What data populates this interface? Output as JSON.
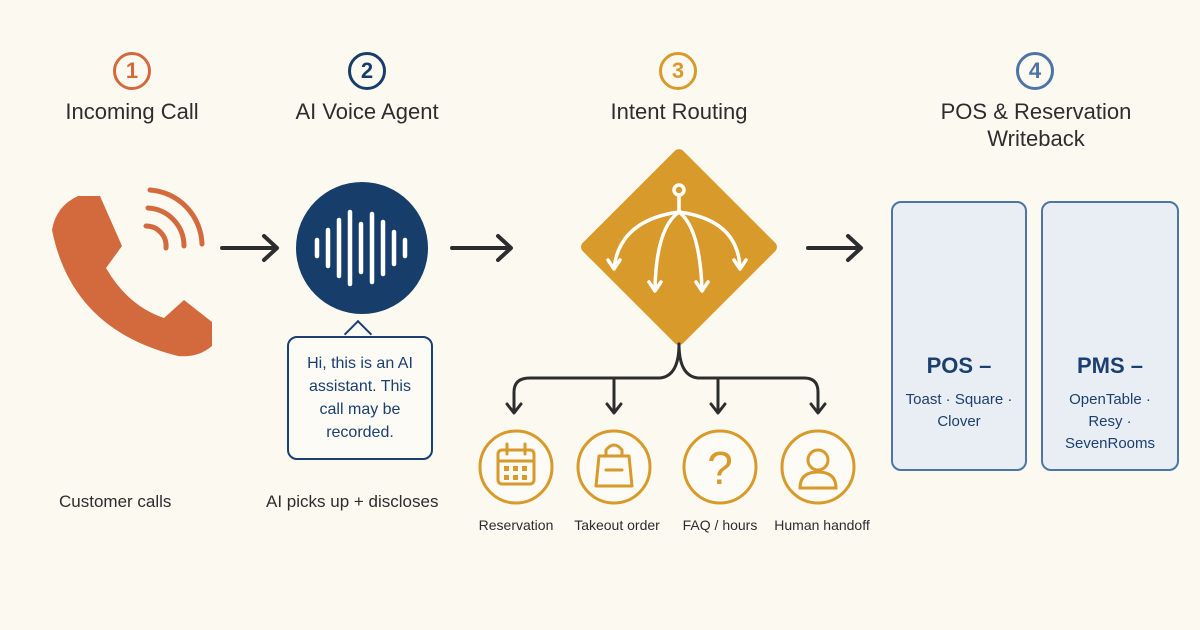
{
  "steps": [
    {
      "number": "1",
      "title": "Incoming Call",
      "caption": "Customer calls",
      "color": "#d36a3e"
    },
    {
      "number": "2",
      "title": "AI Voice Agent",
      "caption": "AI picks up + discloses",
      "color": "#173d6b"
    },
    {
      "number": "3",
      "title": "Intent Routing",
      "caption": "",
      "color": "#d89a2b"
    },
    {
      "number": "4",
      "title": "POS & Reservation Writeback",
      "caption": "",
      "color": "#4d74a6"
    }
  ],
  "disclosure_bubble": "Hi, this is an AI assistant. This call may be recorded.",
  "intents": [
    {
      "label": "Reservation",
      "icon": "calendar-icon"
    },
    {
      "label": "Takeout order",
      "icon": "shopping-bag-icon"
    },
    {
      "label": "FAQ / hours",
      "icon": "question-mark-icon"
    },
    {
      "label": "Human handoff",
      "icon": "person-icon"
    }
  ],
  "systems": [
    {
      "title": "POS –",
      "subtitle": "Toast · Square · Clover",
      "icon": "cash-register-icon"
    },
    {
      "title": "PMS –",
      "subtitle": "OpenTable · Resy · SevenRooms",
      "icon": "calendar-icon"
    }
  ],
  "colors": {
    "background": "#fcf9f1",
    "orange": "#d36a3e",
    "navy": "#173d6b",
    "gold": "#d89a2b",
    "steel": "#4d74a6"
  }
}
